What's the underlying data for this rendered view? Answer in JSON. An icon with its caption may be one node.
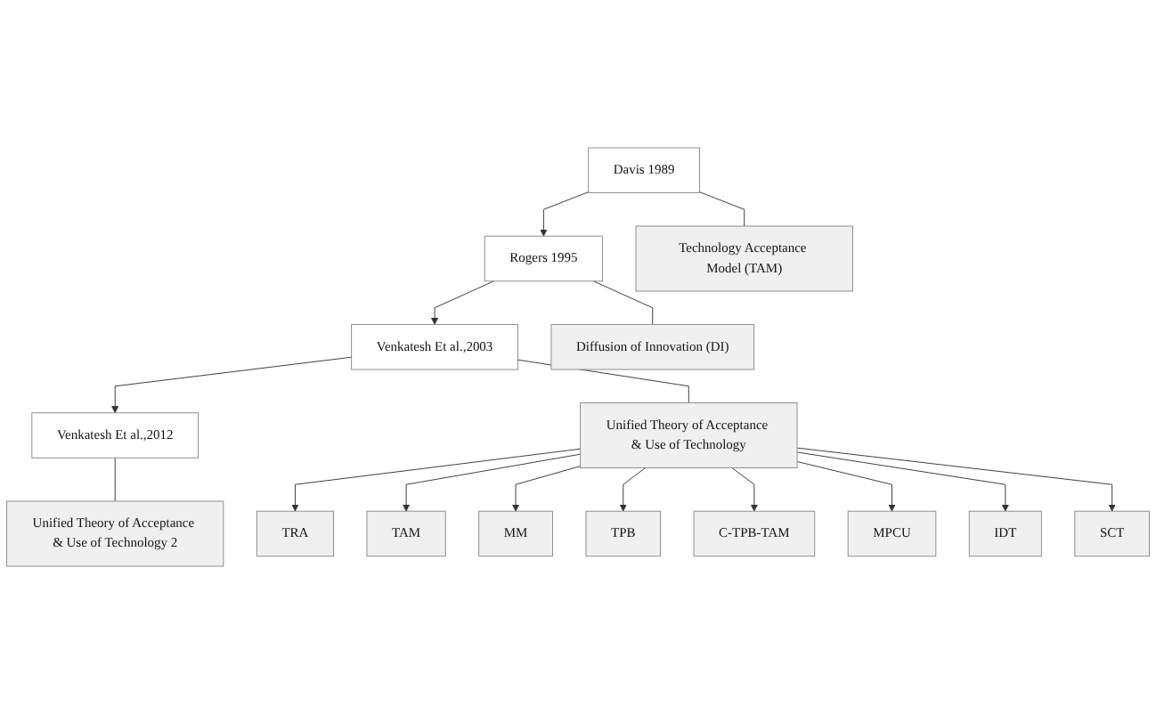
{
  "diagram": {
    "nodes": [
      {
        "text": [
          "Davis 1989"
        ]
      },
      {
        "text": [
          "Technology Acceptance Model (TAM)"
        ]
      },
      {
        "text": [
          "Rogers 1995"
        ]
      },
      {
        "text": [
          "Diffusion of Innovation (DI)"
        ]
      },
      {
        "text": [
          "TRA"
        ]
      },
      {
        "text": [
          "TAM"
        ]
      },
      {
        "text": [
          "MM"
        ]
      },
      {
        "text": [
          "TPB"
        ]
      },
      {
        "text": [
          "C-TPB-TAM"
        ]
      },
      {
        "text": [
          "MPCU"
        ]
      },
      {
        "text": [
          "IDT"
        ]
      },
      {
        "text": [
          "SCT"
        ]
      },
      {
        "text": [
          "Venkatesh Et al.,2003"
        ]
      },
      {
        "text": [
          "Unified Theory of Acceptance & Use of Technology"
        ]
      },
      {
        "text": [
          "Venkatesh Et al.,2012"
        ]
      },
      {
        "text": [
          "Unified Theory of Acceptance & Use of Technology 2"
        ]
      }
    ],
    "edges": [
      {
        "from": 0,
        "to": 2,
        "arrow": "to"
      },
      {
        "from": 2,
        "to": 12,
        "arrow": "to"
      },
      {
        "from": 12,
        "to": 14,
        "arrow": "to"
      },
      {
        "from": 0,
        "to": 1,
        "arrow": "none"
      },
      {
        "from": 2,
        "to": 3,
        "arrow": "none"
      },
      {
        "from": 12,
        "to": 13,
        "arrow": "none"
      },
      {
        "from": 14,
        "to": 15,
        "arrow": "none"
      },
      {
        "from": 13,
        "to": 4,
        "arrow": "to"
      },
      {
        "from": 13,
        "to": 5,
        "arrow": "to"
      },
      {
        "from": 13,
        "to": 6,
        "arrow": "to"
      },
      {
        "from": 13,
        "to": 7,
        "arrow": "to"
      },
      {
        "from": 13,
        "to": 8,
        "arrow": "to"
      },
      {
        "from": 13,
        "to": 9,
        "arrow": "to"
      },
      {
        "from": 13,
        "to": 10,
        "arrow": "to"
      },
      {
        "from": 13,
        "to": 11,
        "arrow": "to"
      }
    ]
  }
}
